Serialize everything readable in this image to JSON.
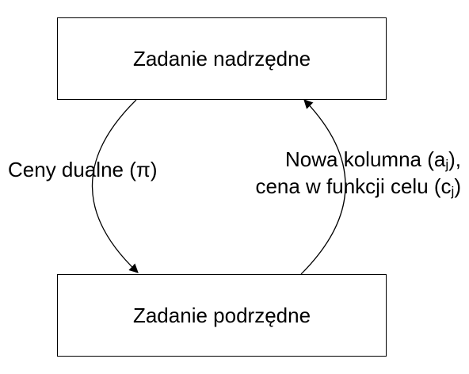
{
  "diagram": {
    "master_problem": {
      "label": "Zadanie nadrzędne"
    },
    "subproblem": {
      "label": "Zadanie podrzędne"
    },
    "dual_prices_edge": {
      "text": "Ceny dualne (",
      "symbol": "π",
      "text_end": ")"
    },
    "new_column_edge": {
      "line1_text": "Nowa kolumna (a",
      "line1_sub": "j",
      "line1_end": "),",
      "line2_text": "cena w funkcji celu (c",
      "line2_sub": "j",
      "line2_end": ")"
    },
    "colors": {
      "stroke": "#000000",
      "background": "#ffffff"
    }
  }
}
